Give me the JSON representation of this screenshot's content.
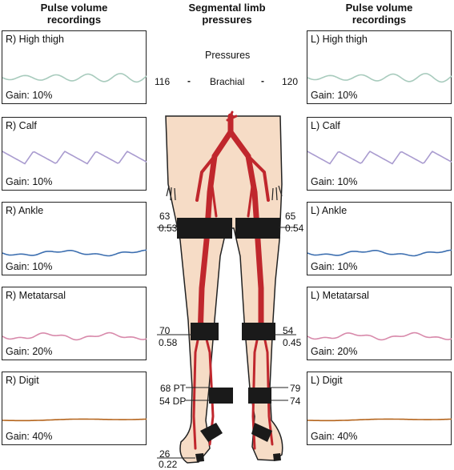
{
  "headers": {
    "left": [
      "Pulse volume",
      "recordings"
    ],
    "center": [
      "Segmental limb",
      "pressures"
    ],
    "right": [
      "Pulse volume",
      "recordings"
    ]
  },
  "pressures_label": "Pressures",
  "brachial": {
    "left": "116",
    "dash_left": "-",
    "label": "Brachial",
    "dash_right": "-",
    "right": "120"
  },
  "recordings_right_side": [
    {
      "site": "R) High thigh",
      "gain": "Gain: 10%",
      "color": "#a8cbbd"
    },
    {
      "site": "R) Calf",
      "gain": "Gain: 10%",
      "color": "#a99bcf"
    },
    {
      "site": "R) Ankle",
      "gain": "Gain: 10%",
      "color": "#3d6fb0"
    },
    {
      "site": "R) Metatarsal",
      "gain": "Gain: 20%",
      "color": "#d88aab"
    },
    {
      "site": "R) Digit",
      "gain": "Gain: 40%",
      "color": "#b5651d"
    }
  ],
  "recordings_left_side": [
    {
      "site": "L) High thigh",
      "gain": "Gain: 10%",
      "color": "#a8cbbd"
    },
    {
      "site": "L) Calf",
      "gain": "Gain: 10%",
      "color": "#a99bcf"
    },
    {
      "site": "L) Ankle",
      "gain": "Gain: 10%",
      "color": "#3d6fb0"
    },
    {
      "site": "L) Metatarsal",
      "gain": "Gain: 20%",
      "color": "#d88aab"
    },
    {
      "site": "L) Digit",
      "gain": "Gain: 40%",
      "color": "#b5651d"
    }
  ],
  "segment_pressures": {
    "thigh_right": [
      "63",
      "0.53"
    ],
    "thigh_left": [
      "65",
      "0.54"
    ],
    "calf_right": [
      "70",
      "0.58"
    ],
    "calf_left": [
      "54",
      "0.45"
    ],
    "ankle_right": [
      "68 PT",
      "54 DP"
    ],
    "ankle_left": [
      "79",
      "74"
    ],
    "toe_right": [
      "26",
      "0.22"
    ]
  },
  "colors": {
    "skin": "#f6dcc6",
    "artery": "#c0272d",
    "cuff": "#1a1a1a",
    "outline": "#222222"
  }
}
